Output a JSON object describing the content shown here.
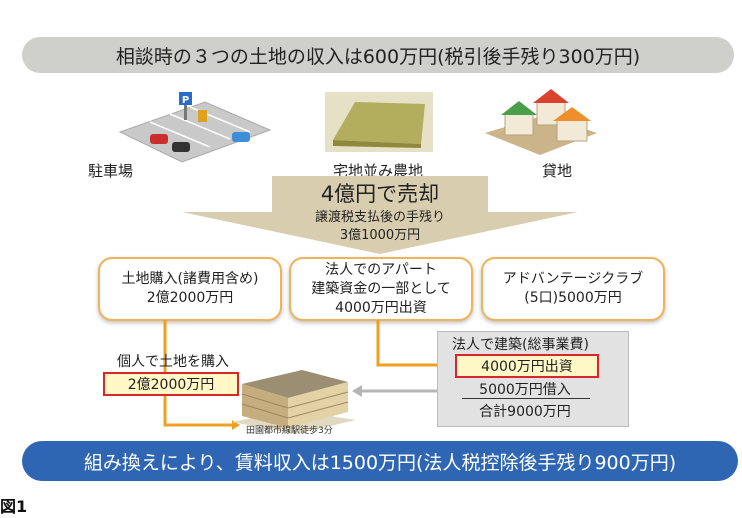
{
  "header": {
    "title": "相談時の３つの土地の収入は600万円(税引後手残り300万円)"
  },
  "top_items": [
    {
      "label": "駐車場",
      "icon": "parking-lot-illustration",
      "sign": "P"
    },
    {
      "label": "宅地並み農地",
      "icon": "farmland-illustration"
    },
    {
      "label": "貸地",
      "icon": "houses-illustration"
    }
  ],
  "sale": {
    "title": "4億円で売却",
    "line1": "譲渡税支払後の手残り",
    "line2": "3億1000万円"
  },
  "allocations": [
    {
      "line1": "土地購入(諸費用含め)",
      "line2": "2億2000万円"
    },
    {
      "line1": "法人でのアパート",
      "line2": "建築資金の一部として",
      "line3": "4000万円出資"
    },
    {
      "line1": "アドバンテージクラブ",
      "line2": "(5口)5000万円"
    }
  ],
  "individual": {
    "label": "個人で土地を購入",
    "amount": "2億2000万円"
  },
  "building": {
    "caption": "田園都市線駅徒歩3分",
    "icon": "apartment-building-illustration"
  },
  "construction": {
    "title": "法人で建築(総事業費)",
    "invest": "4000万円出資",
    "loan": "5000万円借入",
    "total": "合計9000万円"
  },
  "footer": {
    "result": "組み換えにより、賃料収入は1500万円(法人税控除後手残り900万円)"
  },
  "figure_label": "図1",
  "colors": {
    "top_bar": "#cfcfcb",
    "bottom_bar": "#2f66b3",
    "box_border": "#f0b25a",
    "connector": "#f0a020",
    "highlight_border": "#d9262c",
    "highlight_fill": "#fff7c6",
    "big_arrow": "#d9cdb0"
  }
}
